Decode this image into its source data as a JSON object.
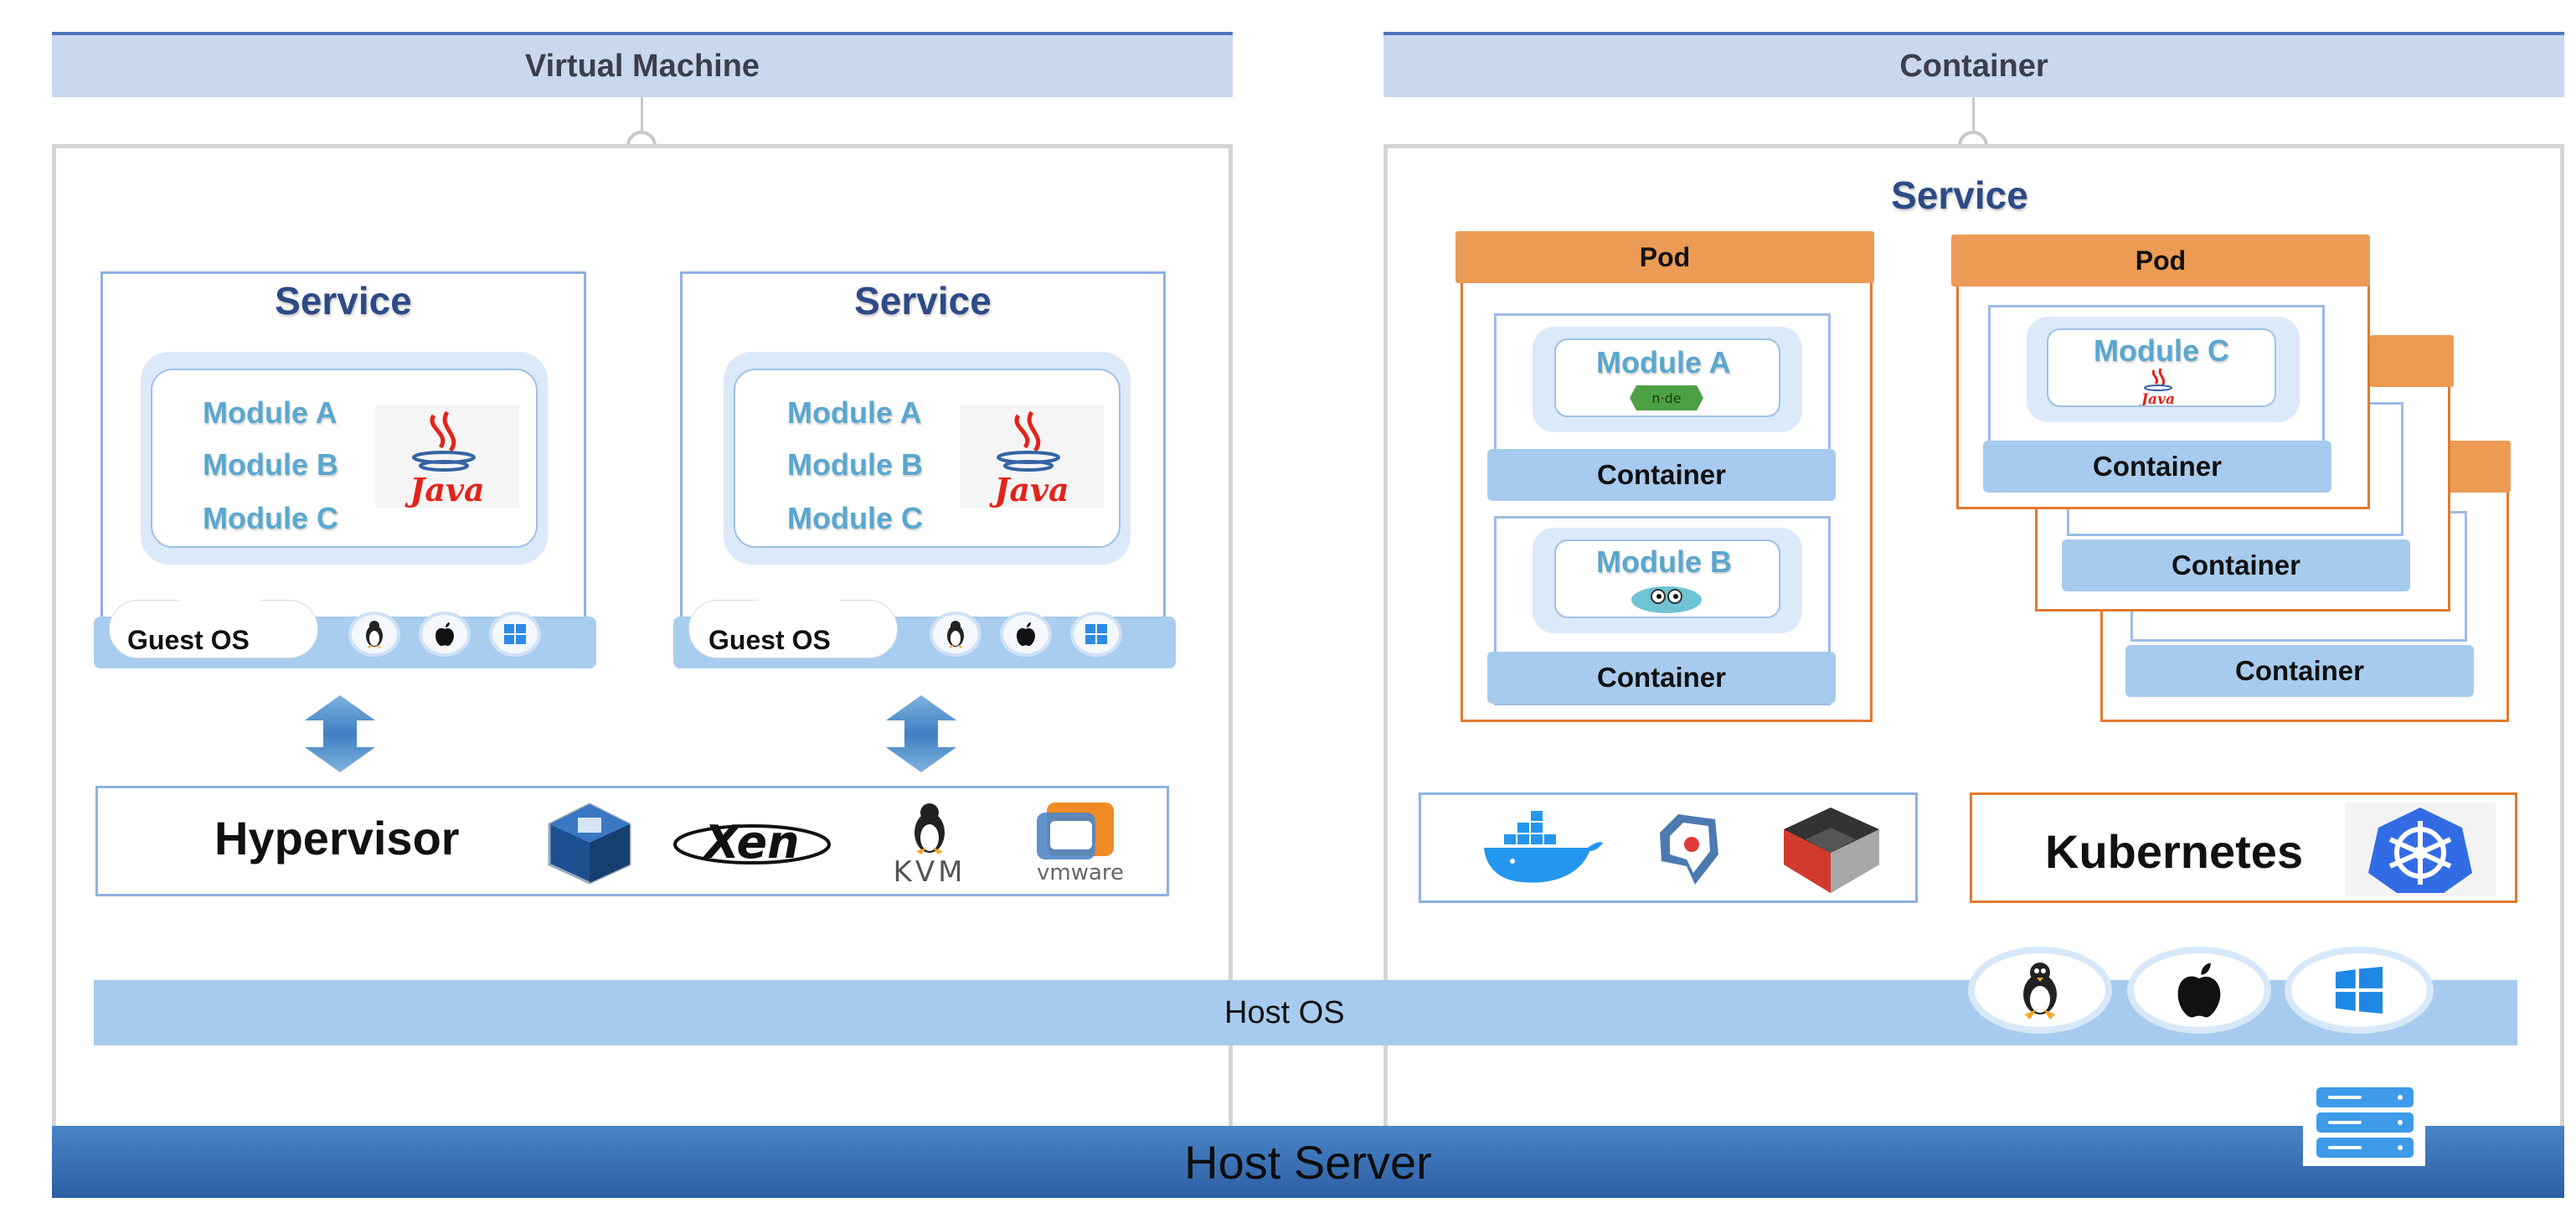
{
  "vm_panel": {
    "header": "Virtual Machine",
    "services": [
      {
        "title": "Service",
        "modules": [
          "Module A",
          "Module B",
          "Module C"
        ],
        "runtime_logo": "Java",
        "guest_os": "Guest OS"
      },
      {
        "title": "Service",
        "modules": [
          "Module A",
          "Module B",
          "Module C"
        ],
        "runtime_logo": "Java",
        "guest_os": "Guest OS"
      }
    ],
    "hypervisor": {
      "label": "Hypervisor",
      "logos": [
        "VirtualBox",
        "Xen",
        "KVM",
        "vmware"
      ]
    }
  },
  "container_panel": {
    "header": "Container",
    "service_title": "Service",
    "pods": [
      {
        "header": "Pod",
        "containers": [
          {
            "module": "Module A",
            "logo": "node",
            "label": "Container"
          },
          {
            "module": "Module B",
            "logo": "go-gopher",
            "label": "Container"
          }
        ]
      },
      {
        "header": "Pod",
        "containers": [
          {
            "module": "Module C",
            "logo": "Java",
            "label": "Container"
          },
          {
            "label": "Container"
          },
          {
            "label": "Container"
          }
        ]
      }
    ],
    "runtimes": [
      "docker",
      "rkt",
      "lxc"
    ],
    "orchestrator": {
      "label": "Kubernetes",
      "logo": "kubernetes-helm-icon"
    }
  },
  "host_os": {
    "label": "Host OS",
    "os_icons": [
      "linux-tux-icon",
      "apple-icon",
      "windows-icon"
    ]
  },
  "host_server": {
    "label": "Host Server",
    "icon": "server-rack-icon"
  },
  "colors": {
    "header_bg": "#c9d7ef",
    "header_border": "#4f74c3",
    "service_title": "#2e4a86",
    "module_text": "#5aa7cf",
    "pod_orange": "#ec9b54",
    "container_blue": "#a7cbee",
    "host_server": "#3a72b8"
  }
}
